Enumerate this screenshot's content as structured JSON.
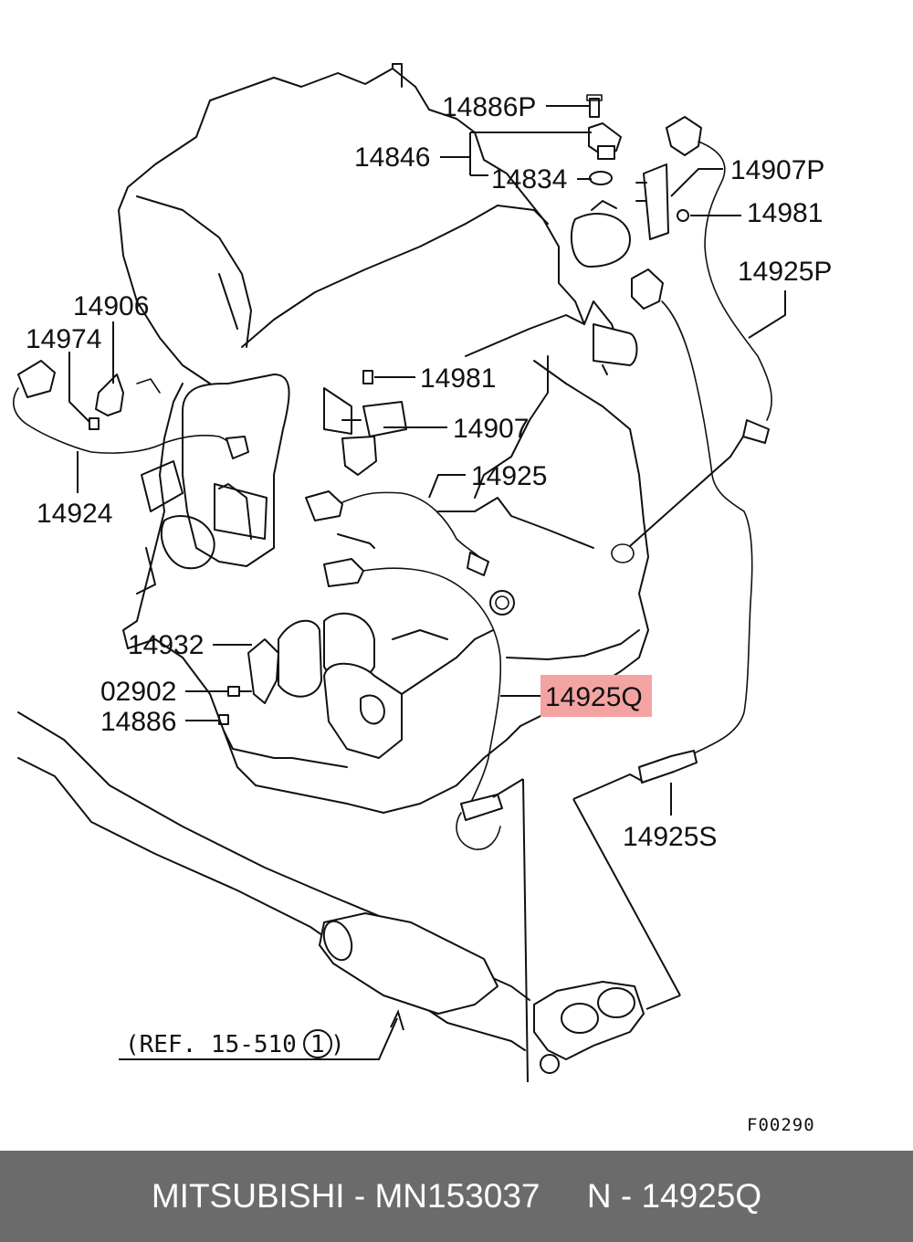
{
  "labels": {
    "p14886P": "14886P",
    "p14846": "14846",
    "p14834": "14834",
    "p14907P": "14907P",
    "p14981_top": "14981",
    "p14925P": "14925P",
    "p14906": "14906",
    "p14974": "14974",
    "p14981_mid": "14981",
    "p14907": "14907",
    "p14925": "14925",
    "p14924": "14924",
    "p14932": "14932",
    "p02902": "02902",
    "p14886": "14886",
    "p14925Q": "14925Q",
    "p14925S": "14925S"
  },
  "reference": {
    "prefix": "(REF. 15-510",
    "circled": "1",
    "suffix": ")"
  },
  "figure_code": "F00290",
  "highlight_color": "#f4a3a3",
  "footer": {
    "text": "MITSUBISHI - MN153037     N - 14925Q",
    "background": "#6b6b6b"
  }
}
